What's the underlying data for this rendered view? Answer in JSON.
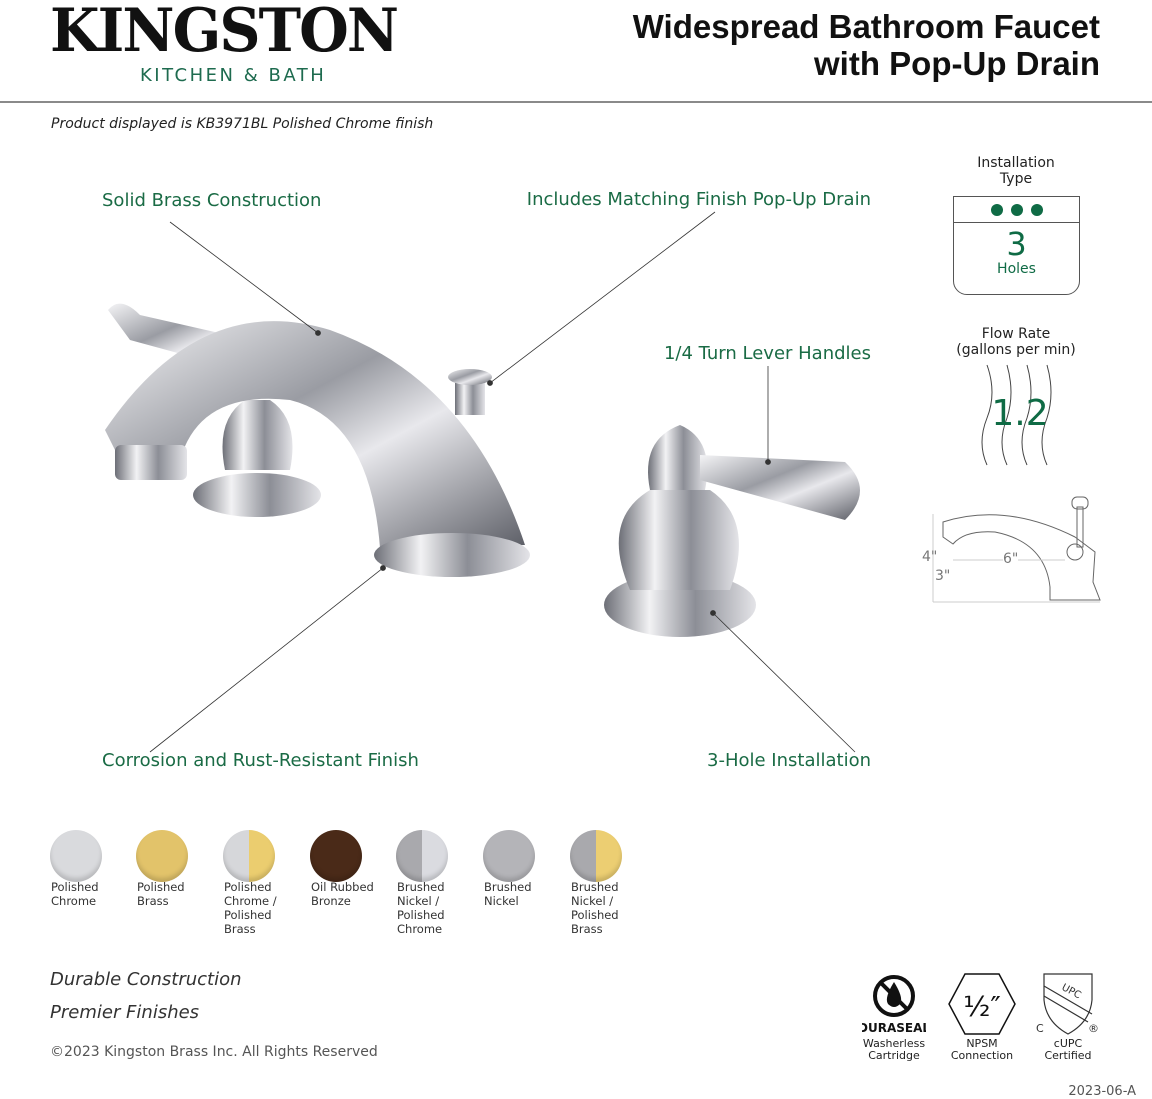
{
  "header": {
    "brand": "KINGSTON",
    "brand_sub": "KITCHEN & BATH",
    "title_line1": "Widespread Bathroom Faucet",
    "title_line2": "with Pop-Up Drain"
  },
  "product_note": "Product displayed is KB3971BL Polished Chrome finish",
  "callouts": {
    "solid_brass": "Solid Brass Construction",
    "drain": "Includes Matching Finish Pop-Up Drain",
    "handles": "1/4 Turn Lever Handles",
    "finish": "Corrosion and Rust-Resistant Finish",
    "install": "3-Hole Installation"
  },
  "specs": {
    "install_title_1": "Installation",
    "install_title_2": "Type",
    "holes_count": "3",
    "holes_label": "Holes",
    "flow_title_1": "Flow Rate",
    "flow_title_2": "(gallons per min)",
    "flow_value": "1.2",
    "dim_height": "4\"",
    "dim_spout_height": "3\"",
    "dim_reach": "6\""
  },
  "finishes": [
    {
      "lines": [
        "Polished",
        "Chrome"
      ],
      "colors": [
        "#d9dadd",
        "#d9dadd"
      ]
    },
    {
      "lines": [
        "Polished",
        "Brass"
      ],
      "colors": [
        "#e2c36a",
        "#e2c36a"
      ]
    },
    {
      "lines": [
        "Polished",
        "Chrome /",
        "Polished",
        "Brass"
      ],
      "colors": [
        "#d6d7da",
        "#ebcd6f"
      ]
    },
    {
      "lines": [
        "Oil Rubbed",
        "Bronze"
      ],
      "colors": [
        "#4a2a18",
        "#4a2a18"
      ]
    },
    {
      "lines": [
        "Brushed",
        "Nickel /",
        "Polished",
        "Chrome"
      ],
      "colors": [
        "#a9a9ad",
        "#dadbe0"
      ]
    },
    {
      "lines": [
        "Brushed",
        "Nickel"
      ],
      "colors": [
        "#b4b4b8",
        "#b4b4b8"
      ]
    },
    {
      "lines": [
        "Brushed",
        "Nickel /",
        "Polished",
        "Brass"
      ],
      "colors": [
        "#a9a9ad",
        "#ecce72"
      ]
    }
  ],
  "footer": {
    "line1": "Durable Construction",
    "line2": "Premier Finishes",
    "copyright": "©2023 Kingston Brass Inc. All Rights Reserved",
    "code": "2023-06-A"
  },
  "badges": {
    "duraseal": {
      "logo": "DURASEAL",
      "l1": "Washerless",
      "l2": "Cartridge"
    },
    "npsm": {
      "logo": "1/2\"",
      "l1": "NPSM",
      "l2": "Connection"
    },
    "cupc": {
      "logo": "UPC",
      "l1": "cUPC",
      "l2": "Certified"
    }
  },
  "colors": {
    "accent": "#1a6b45"
  }
}
